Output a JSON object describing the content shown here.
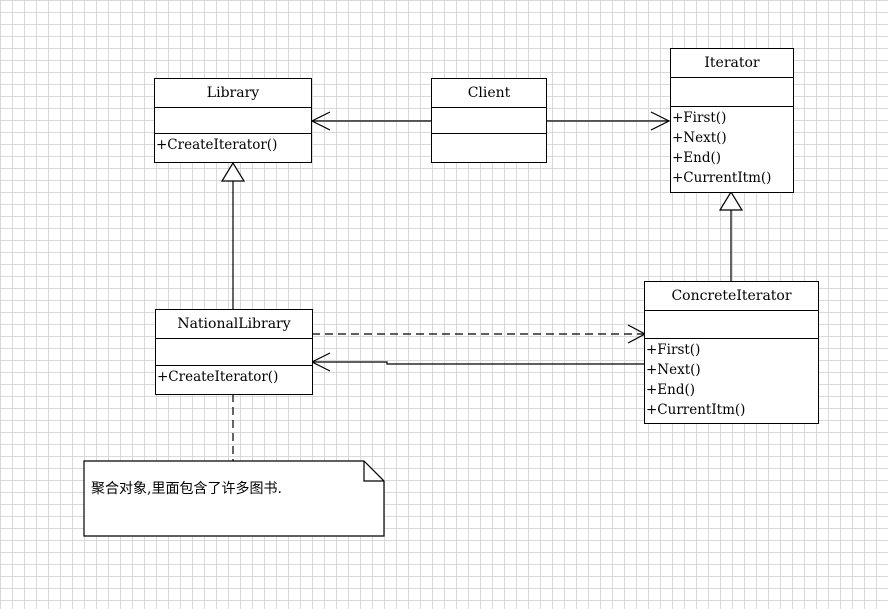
{
  "classes": {
    "library": {
      "name": "Library",
      "operations": [
        "+CreateIterator()"
      ]
    },
    "client": {
      "name": "Client"
    },
    "iterator": {
      "name": "Iterator",
      "operations": [
        "+First()",
        "+Next()",
        "+End()",
        "+CurrentItm()"
      ]
    },
    "national_library": {
      "name": "NationalLibrary",
      "operations": [
        "+CreateIterator()"
      ]
    },
    "concrete_iterator": {
      "name": "ConcreteIterator",
      "operations": [
        "+First()",
        "+Next()",
        "+End()",
        "+CurrentItm()"
      ]
    }
  },
  "note": {
    "text": "聚合对象,里面包含了许多图书."
  },
  "colors": {
    "grid": "#d9d9d9",
    "line": "#000000",
    "background": "#ffffff"
  }
}
